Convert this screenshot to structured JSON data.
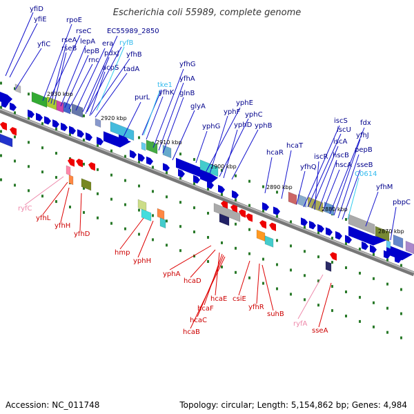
{
  "title": "Escherichia coli 55989, complete genome",
  "footer": {
    "accession": "Accession: NC_011748",
    "topology": "Topology: circular; Length: 5,154,862 bp; Genes: 4,984"
  },
  "colors": {
    "forward_gene": "#0000cc",
    "reverse_gene": "#ee0000",
    "forward_label": "#00008b",
    "reverse_label": "#cc0000",
    "rna_forward": "#33ccee",
    "rna_reverse": "#ee88aa",
    "backbone": "#888888"
  },
  "kbp_ticks": [
    "2930 kbp",
    "2920 kbp",
    "2910 kbp",
    "2900 kbp",
    "2890 kbp",
    "2880 kbp",
    "2870 kbp"
  ],
  "forward_labels": [
    {
      "text": "yfiD",
      "kind": "gene"
    },
    {
      "text": "yfiE",
      "kind": "gene"
    },
    {
      "text": "yfiC",
      "kind": "gene"
    },
    {
      "text": "rpoE",
      "kind": "gene"
    },
    {
      "text": "rseC",
      "kind": "gene"
    },
    {
      "text": "rseA",
      "kind": "gene"
    },
    {
      "text": "rseB",
      "kind": "gene"
    },
    {
      "text": "lepA",
      "kind": "gene"
    },
    {
      "text": "lepB",
      "kind": "gene"
    },
    {
      "text": "rnc",
      "kind": "gene"
    },
    {
      "text": "era",
      "kind": "gene"
    },
    {
      "text": "EC55989_2850",
      "kind": "gene"
    },
    {
      "text": "ryfB",
      "kind": "rna"
    },
    {
      "text": "pdxJ",
      "kind": "gene"
    },
    {
      "text": "yfhB",
      "kind": "gene"
    },
    {
      "text": "acpS",
      "kind": "gene"
    },
    {
      "text": "tadA",
      "kind": "gene"
    },
    {
      "text": "purL",
      "kind": "gene"
    },
    {
      "text": "tke1",
      "kind": "rna"
    },
    {
      "text": "yfhK",
      "kind": "gene"
    },
    {
      "text": "yfhG",
      "kind": "gene"
    },
    {
      "text": "yfhA",
      "kind": "gene"
    },
    {
      "text": "glnB",
      "kind": "gene"
    },
    {
      "text": "glyA",
      "kind": "gene"
    },
    {
      "text": "yphG",
      "kind": "gene"
    },
    {
      "text": "yphE",
      "kind": "gene"
    },
    {
      "text": "yphF",
      "kind": "gene"
    },
    {
      "text": "yphC",
      "kind": "gene"
    },
    {
      "text": "yphD",
      "kind": "gene"
    },
    {
      "text": "yphB",
      "kind": "gene"
    },
    {
      "text": "hcaR",
      "kind": "gene"
    },
    {
      "text": "hcaT",
      "kind": "gene"
    },
    {
      "text": "yfhQ",
      "kind": "gene"
    },
    {
      "text": "iscS",
      "kind": "gene"
    },
    {
      "text": "iscU",
      "kind": "gene"
    },
    {
      "text": "iscA",
      "kind": "gene"
    },
    {
      "text": "iscR",
      "kind": "gene"
    },
    {
      "text": "hscB",
      "kind": "gene"
    },
    {
      "text": "hscA",
      "kind": "gene"
    },
    {
      "text": "fdx",
      "kind": "gene"
    },
    {
      "text": "yfhJ",
      "kind": "gene"
    },
    {
      "text": "pepB",
      "kind": "gene"
    },
    {
      "text": "sseB",
      "kind": "gene"
    },
    {
      "text": "C0614",
      "kind": "rna"
    },
    {
      "text": "yfhM",
      "kind": "gene"
    },
    {
      "text": "pbpC",
      "kind": "gene"
    }
  ],
  "reverse_labels": [
    {
      "text": "ryfC",
      "kind": "rna"
    },
    {
      "text": "yfhL",
      "kind": "gene"
    },
    {
      "text": "yfhH",
      "kind": "gene"
    },
    {
      "text": "yfhD",
      "kind": "gene"
    },
    {
      "text": "hmp",
      "kind": "gene"
    },
    {
      "text": "yphH",
      "kind": "gene"
    },
    {
      "text": "yphA",
      "kind": "gene"
    },
    {
      "text": "hcaD",
      "kind": "gene"
    },
    {
      "text": "hcaE",
      "kind": "gene"
    },
    {
      "text": "hcaF",
      "kind": "gene"
    },
    {
      "text": "hcaC",
      "kind": "gene"
    },
    {
      "text": "hcaB",
      "kind": "gene"
    },
    {
      "text": "csiE",
      "kind": "gene"
    },
    {
      "text": "yfhR",
      "kind": "gene"
    },
    {
      "text": "suhB",
      "kind": "gene"
    },
    {
      "text": "ryfA",
      "kind": "rna"
    },
    {
      "text": "sseA",
      "kind": "gene"
    }
  ]
}
